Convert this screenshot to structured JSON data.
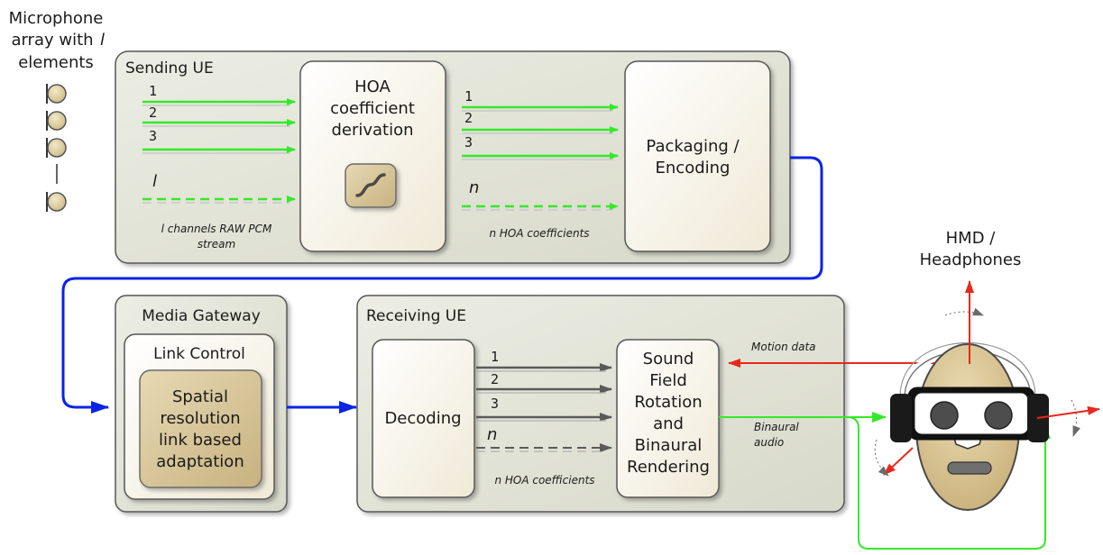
{
  "mic_array": {
    "label_lines": [
      "Microphone",
      "array with",
      "elements"
    ],
    "label_var": "l"
  },
  "sending_ue": {
    "title": "Sending UE",
    "input_numbers": [
      "1",
      "2",
      "3"
    ],
    "input_var": "l",
    "input_caption": [
      "l channels RAW PCM",
      "stream"
    ],
    "hoa_block": [
      "HOA",
      "coefficient",
      "derivation"
    ],
    "output_numbers": [
      "1",
      "2",
      "3"
    ],
    "output_var": "n",
    "output_caption": "n HOA coefficients",
    "packaging_block": [
      "Packaging /",
      "Encoding"
    ]
  },
  "media_gateway": {
    "title": "Media Gateway",
    "link_control": "Link Control",
    "inner_block": [
      "Spatial",
      "resolution",
      "link based",
      "adaptation"
    ]
  },
  "receiving_ue": {
    "title": "Receiving UE",
    "decoding_block": "Decoding",
    "numbers": [
      "1",
      "2",
      "3"
    ],
    "var": "n",
    "caption": "n HOA coefficients",
    "render_block": [
      "Sound",
      "Field",
      "Rotation",
      "and",
      "Binaural",
      "Rendering"
    ],
    "motion_label": "Motion data",
    "binaural_label": [
      "Binaural",
      "audio"
    ]
  },
  "hmd": {
    "label_lines": [
      "HMD /",
      "Headphones"
    ]
  },
  "colors": {
    "panel": "#e1e3d6",
    "panel_border": "#565656",
    "block_fill": "#fbf8ef",
    "tan": "#d9c79b",
    "blue": "#0a23e6",
    "green": "#35e82a",
    "red": "#e8281c",
    "gray_arrow": "#5a5a5a"
  }
}
